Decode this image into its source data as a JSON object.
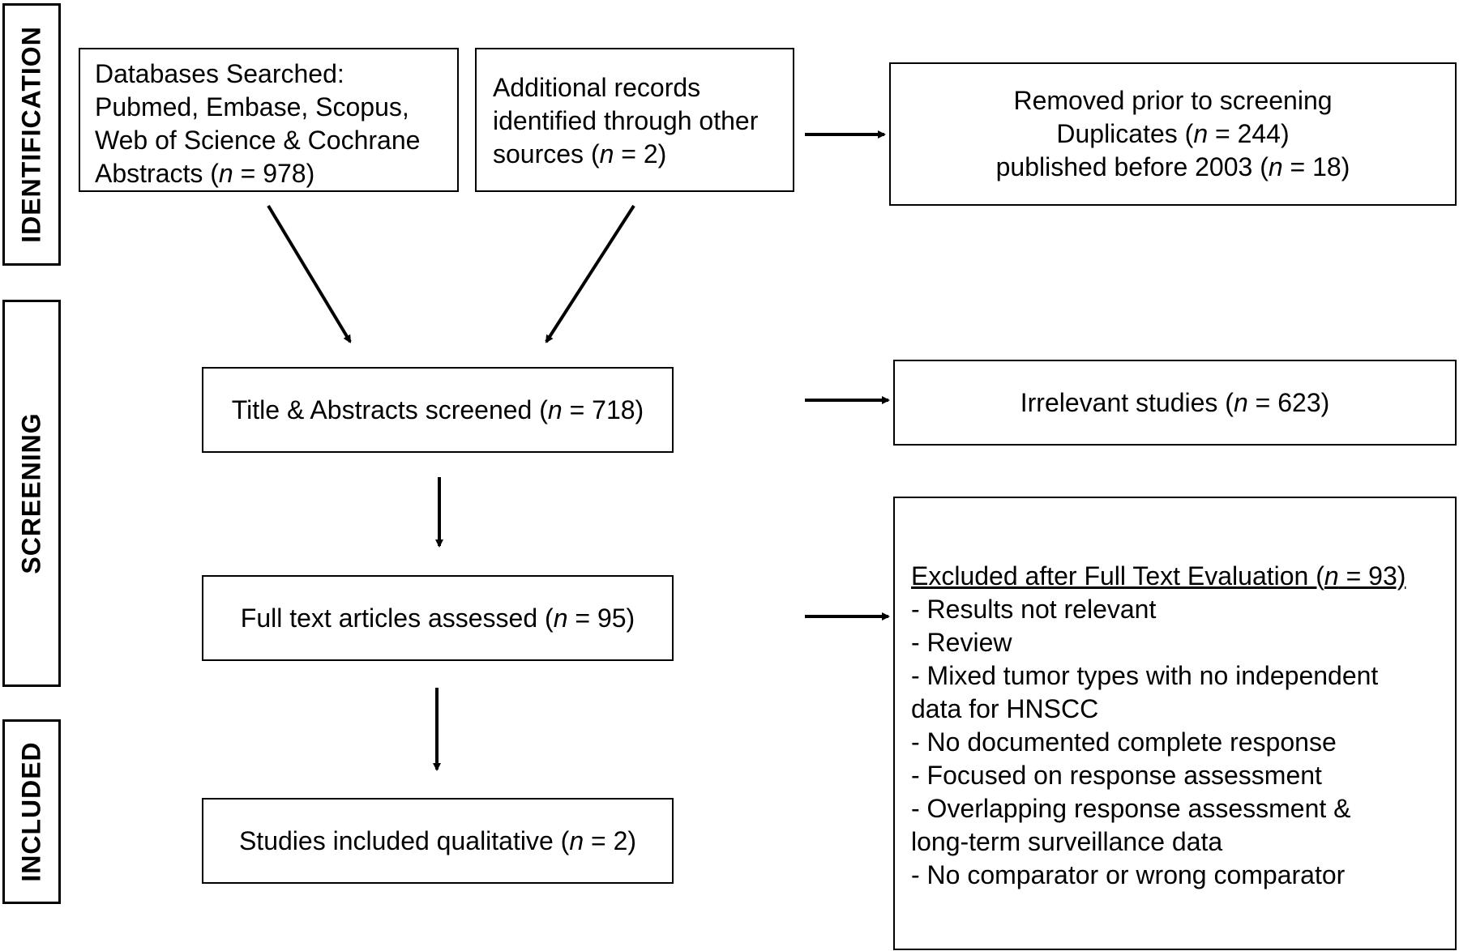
{
  "stages": {
    "identification": "IDENTIFICATION",
    "screening": "SCREENING",
    "included": "INCLUDED"
  },
  "boxes": {
    "databases": {
      "line1": "Databases Searched:",
      "line2": "Pubmed, Embase, Scopus,",
      "line3": "Web of Science & Cochrane",
      "line4_pre": "Abstracts (",
      "n_symbol": "n",
      "line4_post": " = 978)"
    },
    "additional": {
      "line1": "Additional records",
      "line2": "identified through other",
      "line3_pre": "sources (",
      "n_symbol": "n",
      "line3_post": " = 2)"
    },
    "removed": {
      "line1": "Removed prior to screening",
      "line2_pre": "Duplicates (",
      "n_symbol": "n",
      "line2_post": " = 244)",
      "line3_pre": "published before 2003 (",
      "line3_post": " = 18)"
    },
    "screened": {
      "pre": "Title & Abstracts screened (",
      "n_symbol": "n",
      "post": " = 718)"
    },
    "irrelevant": {
      "pre": "Irrelevant studies (",
      "n_symbol": "n",
      "post": " = 623)"
    },
    "fulltext": {
      "pre": "Full text articles assessed (",
      "n_symbol": "n",
      "post": " = 95)"
    },
    "included": {
      "pre": "Studies included qualitative (",
      "n_symbol": "n",
      "post": " = 2)"
    },
    "excluded": {
      "heading_pre": "Excluded after Full Text Evaluation (",
      "n_symbol": "n",
      "heading_post": " = 93)",
      "reasons": [
        "- Results not relevant",
        "- Review",
        "- Mixed tumor types with no independent",
        "data for HNSCC",
        "- No documented complete response",
        "- Focused on response assessment",
        "- Overlapping response assessment &",
        "long-term surveillance data",
        "- No comparator or wrong comparator"
      ]
    }
  }
}
